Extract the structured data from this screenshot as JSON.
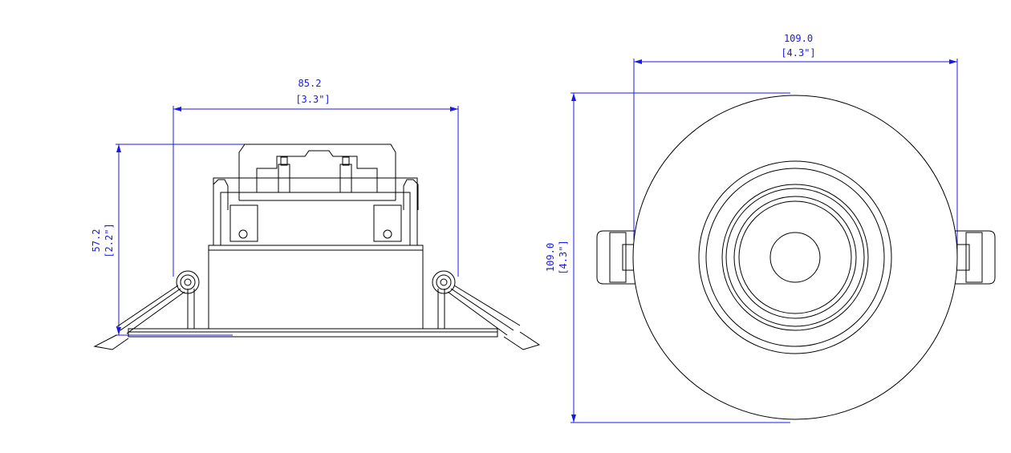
{
  "side_view": {
    "width_mm": "85.2",
    "width_in": "[3.3\"]",
    "height_mm": "57.2",
    "height_in": "[2.2\"]"
  },
  "top_view": {
    "width_mm": "109.0",
    "width_in": "[4.3\"]",
    "height_mm": "109.0",
    "height_in": "[4.3\"]"
  },
  "colors": {
    "dimension_lines": "#1a1ae6",
    "outline": "#000000",
    "background": "#ffffff"
  }
}
